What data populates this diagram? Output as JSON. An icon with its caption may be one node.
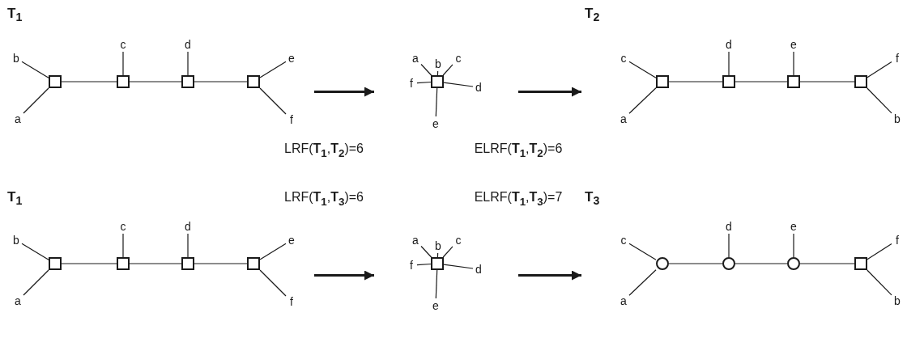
{
  "diagram": {
    "nodes": [
      {
        "text": [
          "T$_{1}$"
        ]
      },
      {
        "text": [
          "b"
        ],
        "in": 0
      },
      {
        "text": [
          "c"
        ],
        "in": 0
      },
      {
        "text": [
          "d"
        ],
        "in": 0
      },
      {
        "text": [
          "e"
        ],
        "in": 0
      },
      {
        "text": [],
        "shape": "box",
        "in": 0
      },
      {
        "text": [],
        "shape": "box",
        "in": 0
      },
      {
        "text": [],
        "shape": "box",
        "in": 0
      },
      {
        "text": [],
        "shape": "box",
        "in": 0
      },
      {
        "text": [
          "a"
        ],
        "in": 0
      },
      {
        "text": [
          "f"
        ],
        "in": 0
      },
      {
        "text": [],
        "shape": "picture"
      },
      {
        "text": [
          "a"
        ],
        "in": 11
      },
      {
        "text": [
          "b"
        ],
        "in": 11
      },
      {
        "text": [
          "c"
        ],
        "in": 11
      },
      {
        "text": [
          "f"
        ],
        "in": 11
      },
      {
        "text": [],
        "shape": "box",
        "in": 11
      },
      {
        "text": [
          "d"
        ],
        "in": 11
      },
      {
        "text": [
          "e"
        ],
        "in": 11
      },
      {
        "text": [
          "T$_{2}$"
        ]
      },
      {
        "text": [
          "c"
        ],
        "in": 19
      },
      {
        "text": [
          "d"
        ],
        "in": 19
      },
      {
        "text": [
          "e"
        ],
        "in": 19
      },
      {
        "text": [
          "f"
        ],
        "in": 19
      },
      {
        "text": [],
        "shape": "box",
        "in": 19
      },
      {
        "text": [],
        "shape": "box",
        "in": 19
      },
      {
        "text": [],
        "shape": "box",
        "in": 19
      },
      {
        "text": [],
        "shape": "box",
        "in": 19
      },
      {
        "text": [
          "a"
        ],
        "in": 19
      },
      {
        "text": [
          "b"
        ],
        "in": 19
      },
      {
        "text": [
          "T$_{1}$"
        ]
      },
      {
        "text": [
          "b"
        ],
        "in": 30
      },
      {
        "text": [
          "c"
        ],
        "in": 30
      },
      {
        "text": [
          "d"
        ],
        "in": 30
      },
      {
        "text": [
          "e"
        ],
        "in": 30
      },
      {
        "text": [],
        "shape": "box",
        "in": 30
      },
      {
        "text": [],
        "shape": "box",
        "in": 30
      },
      {
        "text": [],
        "shape": "box",
        "in": 30
      },
      {
        "text": [],
        "shape": "box",
        "in": 30
      },
      {
        "text": [
          "a"
        ],
        "in": 30
      },
      {
        "text": [
          "f"
        ],
        "in": 30
      },
      {
        "text": [],
        "shape": "picture"
      },
      {
        "text": [
          "a"
        ],
        "in": 41
      },
      {
        "text": [
          "b"
        ],
        "in": 41
      },
      {
        "text": [
          "c"
        ],
        "in": 41
      },
      {
        "text": [
          "f"
        ],
        "in": 41
      },
      {
        "text": [],
        "shape": "box",
        "in": 41
      },
      {
        "text": [
          "d"
        ],
        "in": 41
      },
      {
        "text": [
          "e"
        ],
        "in": 41
      },
      {
        "text": [
          "T$_{3}$"
        ]
      },
      {
        "text": [
          "c"
        ],
        "in": 49
      },
      {
        "text": [
          "d"
        ],
        "in": 49
      },
      {
        "text": [
          "e"
        ],
        "in": 49
      },
      {
        "text": [
          "f"
        ],
        "in": 49
      },
      {
        "text": [],
        "shape": "circle",
        "in": 49
      },
      {
        "text": [],
        "shape": "circle",
        "in": 49
      },
      {
        "text": [],
        "shape": "circle",
        "in": 49
      },
      {
        "text": [],
        "shape": "box",
        "in": 49
      },
      {
        "text": [
          "a"
        ],
        "in": 49
      },
      {
        "text": [
          "b"
        ],
        "in": 49
      }
    ],
    "edges": [
      {
        "from": 1,
        "to": 5,
        "arrow": "none"
      },
      {
        "from": 9,
        "to": 5,
        "arrow": "none"
      },
      {
        "from": 5,
        "to": 6,
        "arrow": "none"
      },
      {
        "from": 6,
        "to": 2,
        "arrow": "none"
      },
      {
        "from": 6,
        "to": 7,
        "arrow": "none"
      },
      {
        "from": 7,
        "to": 3,
        "arrow": "none"
      },
      {
        "from": 7,
        "to": 8,
        "arrow": "none"
      },
      {
        "from": 8,
        "to": 4,
        "arrow": "none"
      },
      {
        "from": 8,
        "to": 10,
        "arrow": "none"
      },
      {
        "from": 0,
        "to": 11,
        "arrow": "to",
        "style": "thick"
      },
      {
        "from": 16,
        "to": 12,
        "arrow": "none"
      },
      {
        "from": 16,
        "to": 13,
        "arrow": "none"
      },
      {
        "from": 16,
        "to": 14,
        "arrow": "none"
      },
      {
        "from": 16,
        "to": 15,
        "arrow": "none"
      },
      {
        "from": 16,
        "to": 17,
        "arrow": "none"
      },
      {
        "from": 16,
        "to": 18,
        "arrow": "none"
      },
      {
        "from": 11,
        "to": 19,
        "arrow": "to",
        "style": "thick"
      },
      {
        "from": 20,
        "to": 24,
        "arrow": "none"
      },
      {
        "from": 28,
        "to": 24,
        "arrow": "none"
      },
      {
        "from": 24,
        "to": 25,
        "arrow": "none"
      },
      {
        "from": 25,
        "to": 21,
        "arrow": "none"
      },
      {
        "from": 25,
        "to": 26,
        "arrow": "none"
      },
      {
        "from": 26,
        "to": 22,
        "arrow": "none"
      },
      {
        "from": 26,
        "to": 27,
        "arrow": "none"
      },
      {
        "from": 27,
        "to": 23,
        "arrow": "none"
      },
      {
        "from": 27,
        "to": 29,
        "arrow": "none"
      },
      {
        "from": 31,
        "to": 35,
        "arrow": "none"
      },
      {
        "from": 39,
        "to": 35,
        "arrow": "none"
      },
      {
        "from": 35,
        "to": 36,
        "arrow": "none"
      },
      {
        "from": 36,
        "to": 32,
        "arrow": "none"
      },
      {
        "from": 36,
        "to": 37,
        "arrow": "none"
      },
      {
        "from": 37,
        "to": 33,
        "arrow": "none"
      },
      {
        "from": 37,
        "to": 38,
        "arrow": "none"
      },
      {
        "from": 38,
        "to": 34,
        "arrow": "none"
      },
      {
        "from": 38,
        "to": 40,
        "arrow": "none"
      },
      {
        "from": 30,
        "to": 41,
        "arrow": "to",
        "style": "thick"
      },
      {
        "from": 46,
        "to": 42,
        "arrow": "none"
      },
      {
        "from": 46,
        "to": 43,
        "arrow": "none"
      },
      {
        "from": 46,
        "to": 44,
        "arrow": "none"
      },
      {
        "from": 46,
        "to": 45,
        "arrow": "none"
      },
      {
        "from": 46,
        "to": 47,
        "arrow": "none"
      },
      {
        "from": 46,
        "to": 48,
        "arrow": "none"
      },
      {
        "from": 41,
        "to": 49,
        "arrow": "to",
        "style": "thick"
      },
      {
        "from": 50,
        "to": 54,
        "arrow": "none"
      },
      {
        "from": 58,
        "to": 54,
        "arrow": "none"
      },
      {
        "from": 54,
        "to": 55,
        "arrow": "none"
      },
      {
        "from": 55,
        "to": 51,
        "arrow": "none"
      },
      {
        "from": 55,
        "to": 56,
        "arrow": "none"
      },
      {
        "from": 56,
        "to": 52,
        "arrow": "none"
      },
      {
        "from": 56,
        "to": 57,
        "arrow": "none"
      },
      {
        "from": 57,
        "to": 53,
        "arrow": "none"
      },
      {
        "from": 57,
        "to": 59,
        "arrow": "none"
      }
    ],
    "labels": [
      "LRF(**T$_{1}$**,**T$_{2}$**)=6",
      "ELRF(**T$_{1}$**,**T$_{2}$**)=6",
      "LRF(**T$_{1}$**,**T$_{3}$**)=6",
      "ELRF(**T$_{1}$**,**T$_{3}$**)=7"
    ]
  }
}
